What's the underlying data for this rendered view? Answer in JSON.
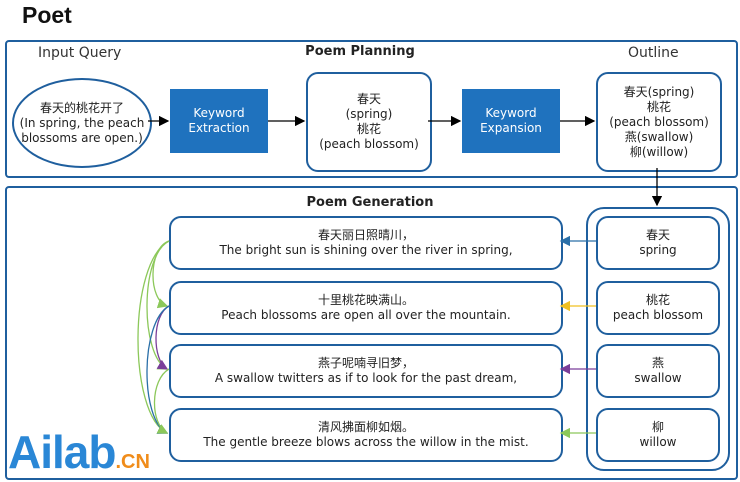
{
  "title": "Poet",
  "planning": {
    "input_label": "Input Query",
    "section_title": "Poem Planning",
    "outline_label": "Outline",
    "query_lines": [
      "春天的桃花开了",
      "(In spring, the peach",
      "blossoms are open.)"
    ],
    "extraction_lines": [
      "Keyword",
      "Extraction"
    ],
    "keywords_lines": [
      "春天",
      "(spring)",
      "桃花",
      "(peach blossom)"
    ],
    "expansion_lines": [
      "Keyword",
      "Expansion"
    ],
    "outline_lines": [
      "春天(spring)",
      "桃花",
      "(peach blossom)",
      "燕(swallow)",
      "柳(willow)"
    ]
  },
  "generation": {
    "section_title": "Poem Generation",
    "lines": [
      {
        "cn": "春天丽日照晴川，",
        "en": "The bright sun is shining over the river in spring,",
        "kw_cn": "春天",
        "kw_en": "spring"
      },
      {
        "cn": "十里桃花映满山。",
        "en": "Peach blossoms are open all over the mountain.",
        "kw_cn": "桃花",
        "kw_en": "peach blossom"
      },
      {
        "cn": "燕子呢喃寻旧梦，",
        "en": "A swallow twitters as if to look for the past dream,",
        "kw_cn": "燕",
        "kw_en": "swallow"
      },
      {
        "cn": "清风拂面柳如烟。",
        "en": "The gentle breeze blows across the willow in the mist.",
        "kw_cn": "柳",
        "kw_en": "willow"
      }
    ],
    "arrow_colors": [
      "#2a6fa8",
      "#f0c020",
      "#7a3f9a",
      "#8cc85a"
    ]
  },
  "logo": {
    "main": "Ailab",
    "suffix": ".CN"
  }
}
